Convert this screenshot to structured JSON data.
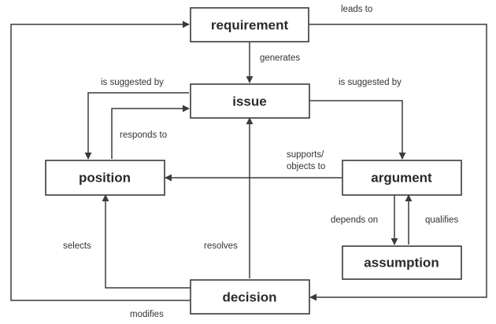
{
  "nodes": {
    "requirement": "requirement",
    "issue": "issue",
    "position": "position",
    "argument": "argument",
    "assumption": "assumption",
    "decision": "decision"
  },
  "edges": {
    "leads_to": "leads to",
    "generates": "generates",
    "is_suggested_by_left": "is suggested by",
    "is_suggested_by_right": "is suggested by",
    "responds_to": "responds to",
    "supports_objects_to_line1": "supports/",
    "supports_objects_to_line2": "objects to",
    "depends_on": "depends on",
    "qualifies": "qualifies",
    "selects": "selects",
    "resolves": "resolves",
    "modifies": "modifies"
  },
  "colors": {
    "ink": "#3a3a3a",
    "background": "#ffffff"
  }
}
